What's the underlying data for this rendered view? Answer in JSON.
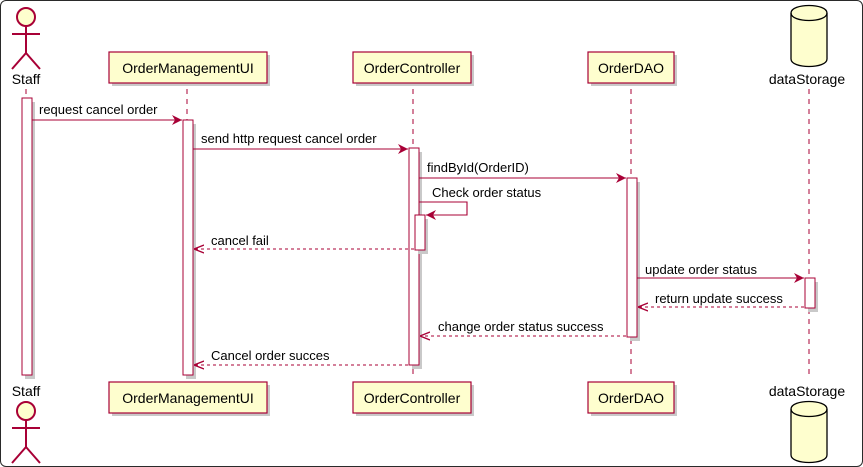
{
  "diagram": {
    "type": "sequence",
    "participants": [
      {
        "id": "staff",
        "label": "Staff",
        "kind": "actor"
      },
      {
        "id": "ui",
        "label": "OrderManagementUI",
        "kind": "participant"
      },
      {
        "id": "ctrl",
        "label": "OrderController",
        "kind": "participant"
      },
      {
        "id": "dao",
        "label": "OrderDAO",
        "kind": "participant"
      },
      {
        "id": "db",
        "label": "dataStorage",
        "kind": "database"
      }
    ],
    "messages": [
      {
        "from": "staff",
        "to": "ui",
        "text": "request cancel order",
        "style": "solid"
      },
      {
        "from": "ui",
        "to": "ctrl",
        "text": "send http request cancel order",
        "style": "solid"
      },
      {
        "from": "ctrl",
        "to": "dao",
        "text": "findById(OrderID)",
        "style": "solid"
      },
      {
        "from": "ctrl",
        "to": "ctrl",
        "text": "Check order status",
        "style": "solid"
      },
      {
        "from": "ctrl",
        "to": "ui",
        "text": "cancel fail",
        "style": "dashed"
      },
      {
        "from": "dao",
        "to": "db",
        "text": "update order status",
        "style": "solid"
      },
      {
        "from": "db",
        "to": "dao",
        "text": "return update success",
        "style": "dashed"
      },
      {
        "from": "dao",
        "to": "ctrl",
        "text": "change order status success",
        "style": "dashed"
      },
      {
        "from": "ctrl",
        "to": "ui",
        "text": "Cancel order succes",
        "style": "dashed"
      }
    ]
  },
  "colors": {
    "border": "#a80036",
    "participant_fill": "#fefece",
    "activation_fill": "#ffffff"
  }
}
